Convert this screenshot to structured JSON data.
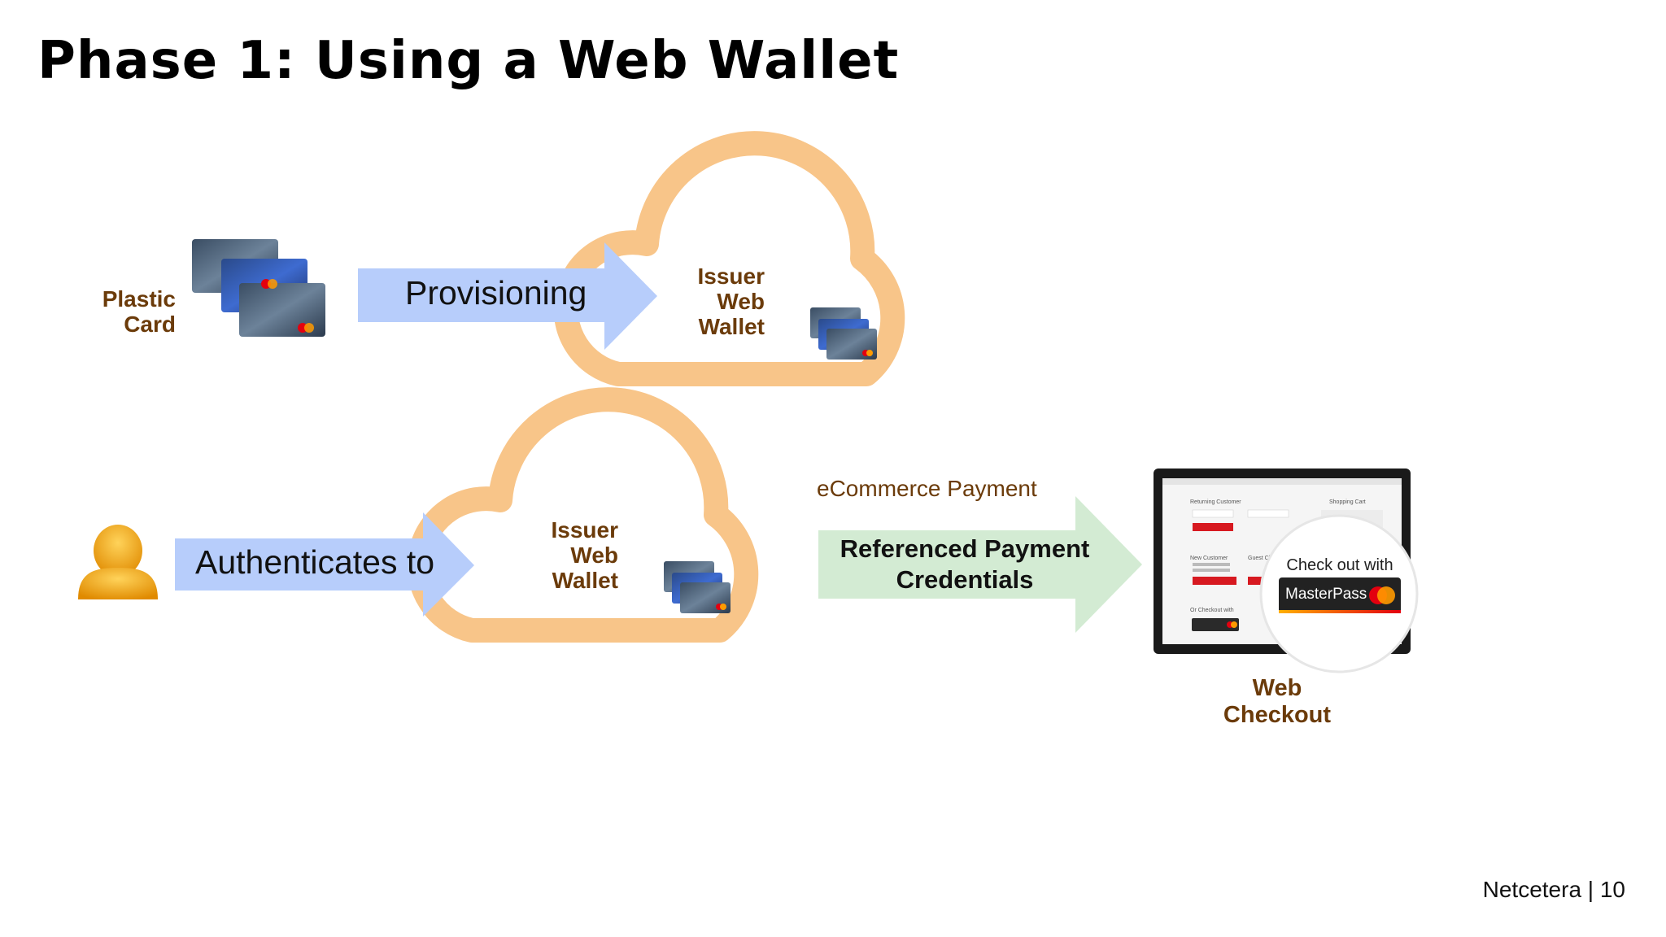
{
  "title": "Phase 1: Using a Web Wallet",
  "top_row": {
    "source_label_line1": "Plastic",
    "source_label_line2": "Card",
    "arrow_label": "Provisioning",
    "cloud_label_line1": "Issuer",
    "cloud_label_line2": "Web",
    "cloud_label_line3": "Wallet"
  },
  "bottom_row": {
    "arrow_label": "Authenticates to",
    "cloud_label_line1": "Issuer",
    "cloud_label_line2": "Web",
    "cloud_label_line3": "Wallet",
    "payment_caption": "eCommerce Payment",
    "payment_arrow_line1": "Referenced Payment",
    "payment_arrow_line2": "Credentials",
    "checkout_caption": "Web Checkout"
  },
  "checkout_screen": {
    "returning_customer": "Returning Customer",
    "shopping_cart": "Shopping Cart",
    "new_customer": "New Customer",
    "guest_checkout": "Guest Ch",
    "or_checkout_with": "Or Checkout with",
    "zoom_text": "Check out with",
    "masterpass_label": "MasterPass"
  },
  "footer": "Netcetera | 10",
  "colors": {
    "cloud": "#f8c589",
    "arrow_blue": "#b7cdfb",
    "arrow_green": "#d3ebd3",
    "label_brown": "#6b3b0a",
    "person": "#f3a51a"
  }
}
